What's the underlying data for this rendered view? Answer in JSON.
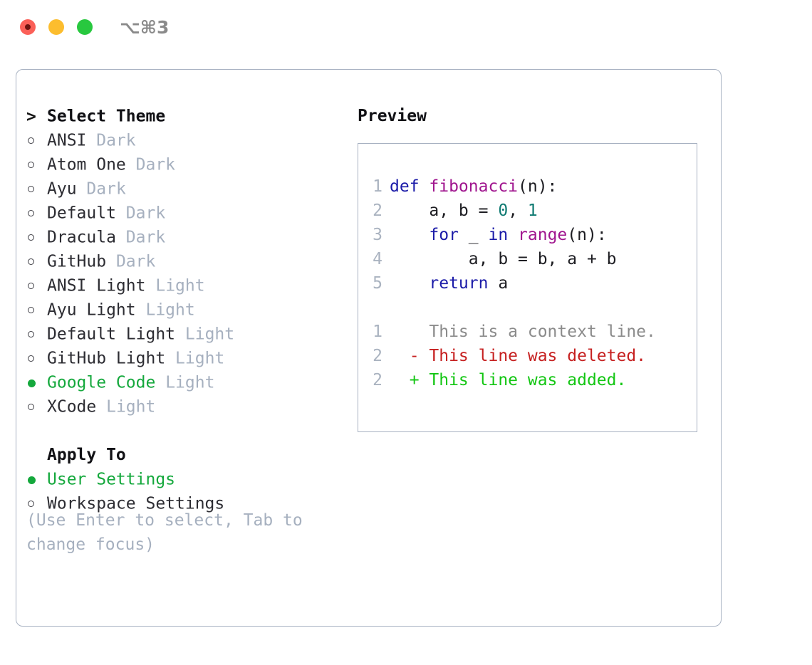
{
  "window": {
    "title": "⌥⌘3",
    "traffic_lights": [
      "close",
      "minimize",
      "maximize"
    ],
    "accent_green": "#14a83c",
    "border_color": "#a8b2c2",
    "muted_color": "#a6b0bf"
  },
  "left": {
    "heading": {
      "caret": ">",
      "label": "Select Theme"
    },
    "themes": [
      {
        "label": "ANSI",
        "suffix": "Dark",
        "selected": false
      },
      {
        "label": "Atom One",
        "suffix": "Dark",
        "selected": false
      },
      {
        "label": "Ayu",
        "suffix": "Dark",
        "selected": false
      },
      {
        "label": "Default",
        "suffix": "Dark",
        "selected": false
      },
      {
        "label": "Dracula",
        "suffix": "Dark",
        "selected": false
      },
      {
        "label": "GitHub",
        "suffix": "Dark",
        "selected": false
      },
      {
        "label": "ANSI Light",
        "suffix": "Light",
        "selected": false
      },
      {
        "label": "Ayu Light",
        "suffix": "Light",
        "selected": false
      },
      {
        "label": "Default Light",
        "suffix": "Light",
        "selected": false
      },
      {
        "label": "GitHub Light",
        "suffix": "Light",
        "selected": false
      },
      {
        "label": "Google Code",
        "suffix": "Light",
        "selected": true
      },
      {
        "label": "XCode",
        "suffix": "Light",
        "selected": false
      }
    ],
    "apply_to": {
      "heading": "Apply To",
      "options": [
        {
          "label": "User Settings",
          "selected": true
        },
        {
          "label": "Workspace Settings",
          "selected": false
        }
      ]
    },
    "hint": "(Use Enter to select, Tab to change focus)"
  },
  "right": {
    "title": "Preview",
    "code_lines": [
      {
        "no": "1",
        "tokens": [
          {
            "t": "def ",
            "c": "kw"
          },
          {
            "t": "fibonacci",
            "c": "fn"
          },
          {
            "t": "(n):",
            "c": "pl"
          }
        ]
      },
      {
        "no": "2",
        "tokens": [
          {
            "t": "    a, b = ",
            "c": "pl"
          },
          {
            "t": "0",
            "c": "num"
          },
          {
            "t": ", ",
            "c": "pl"
          },
          {
            "t": "1",
            "c": "num"
          }
        ]
      },
      {
        "no": "3",
        "tokens": [
          {
            "t": "    ",
            "c": "pl"
          },
          {
            "t": "for",
            "c": "kw"
          },
          {
            "t": " _ ",
            "c": "pl"
          },
          {
            "t": "in",
            "c": "kw"
          },
          {
            "t": " ",
            "c": "pl"
          },
          {
            "t": "range",
            "c": "fn"
          },
          {
            "t": "(n):",
            "c": "pl"
          }
        ]
      },
      {
        "no": "4",
        "tokens": [
          {
            "t": "        a, b = b, a + b",
            "c": "pl"
          }
        ]
      },
      {
        "no": "5",
        "tokens": [
          {
            "t": "    ",
            "c": "pl"
          },
          {
            "t": "return",
            "c": "kw"
          },
          {
            "t": " a",
            "c": "pl"
          }
        ]
      }
    ],
    "diff_lines": [
      {
        "no": "1",
        "marker": " ",
        "text": " This is a context line.",
        "kind": "ctx"
      },
      {
        "no": "2",
        "marker": "-",
        "text": " This line was deleted.",
        "kind": "del"
      },
      {
        "no": "2",
        "marker": "+",
        "text": " This line was added.",
        "kind": "add"
      }
    ]
  }
}
